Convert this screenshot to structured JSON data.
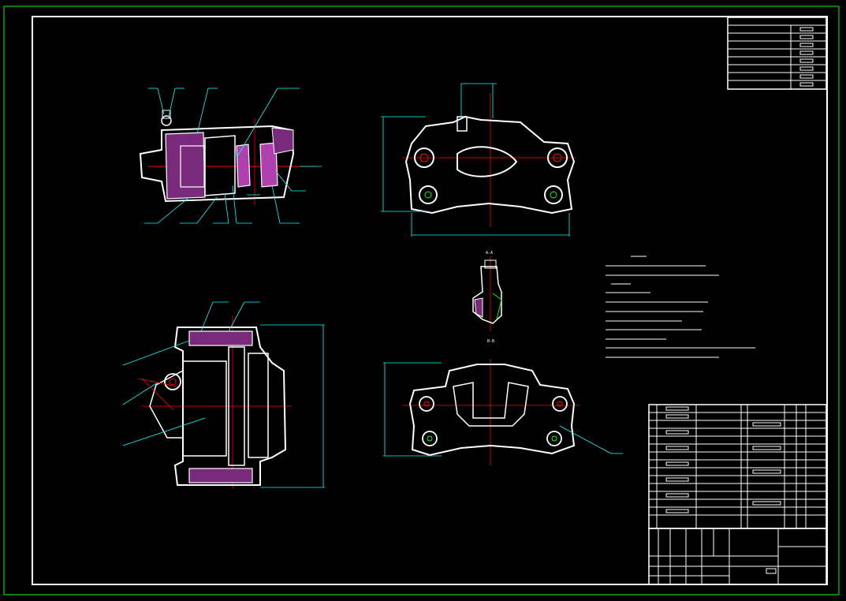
{
  "colors": {
    "background": "#000000",
    "outer_frame": "#00ff00",
    "inner_frame": "#ffffff",
    "part_outline": "#ffffff",
    "dimension": "#00ffff",
    "centerline": "#ff0000",
    "hatch": "#ff00ff",
    "detail": "#00ff00",
    "title_block": "#ffffff"
  },
  "drawing": {
    "section_label_upper": "A-A",
    "section_label_lower": "B-B"
  },
  "views": [
    {
      "name": "section-view-top-left"
    },
    {
      "name": "front-view-top-right"
    },
    {
      "name": "detail-view-center"
    },
    {
      "name": "side-view-bottom-left"
    },
    {
      "name": "bottom-view-bottom-right"
    }
  ],
  "icons": {
    "caliper": "brake-caliper-icon",
    "bolt": "bolt-icon",
    "piston": "piston-icon"
  }
}
